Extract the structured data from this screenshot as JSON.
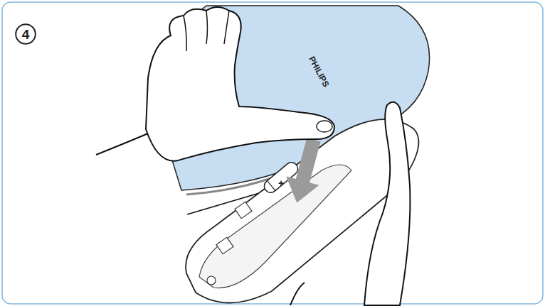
{
  "diagram": {
    "nodes": [
      {
        "text": [
          "4"
        ]
      }
    ],
    "labels": [
      "PHILIPS",
      "+"
    ]
  }
}
